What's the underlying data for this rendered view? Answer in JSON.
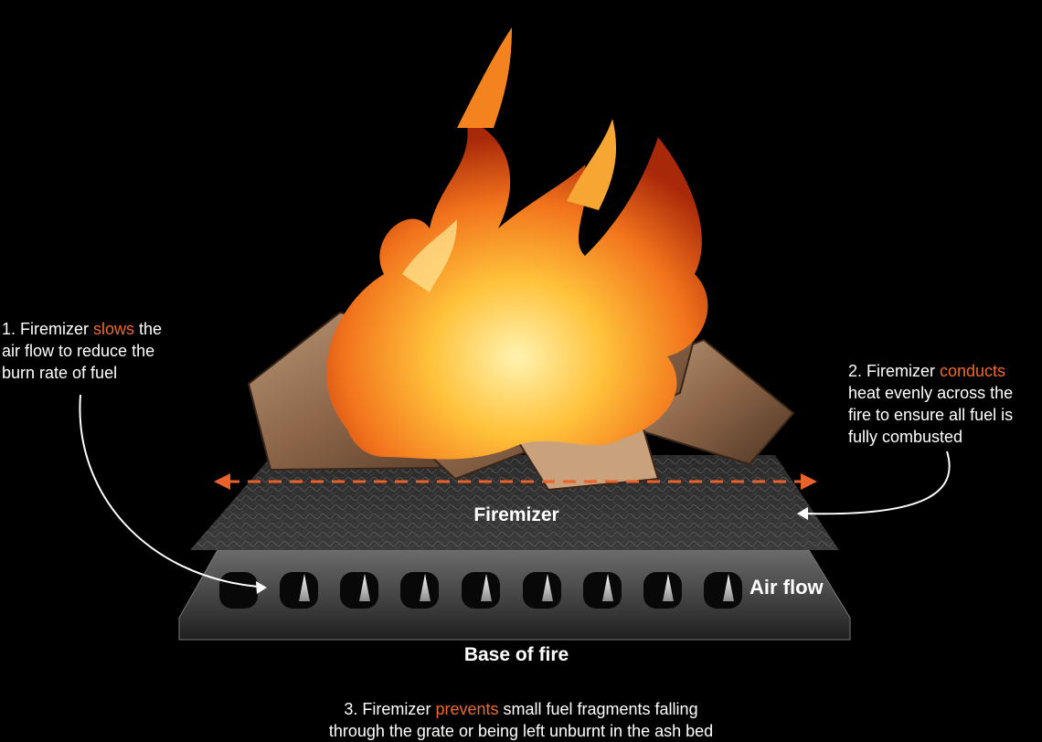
{
  "callouts": [
    {
      "prefix": "1. Firemizer ",
      "highlight": "slows",
      "suffix_l1": " the",
      "line2": "air flow to reduce the",
      "line3": "burn rate of fuel"
    },
    {
      "prefix": "2. Firemizer ",
      "highlight": "conducts",
      "line2": "heat evenly across the",
      "line3": "fire to ensure all fuel is",
      "line4": "fully combusted"
    },
    {
      "prefix": "3. Firemizer ",
      "highlight": "prevents",
      "suffix_l1": " small fuel fragments falling",
      "line2": "through the grate or being left unburnt in the ash bed"
    }
  ],
  "labels": {
    "firemizer": "Firemizer",
    "air_flow": "Air flow",
    "base_of_fire": "Base of fire"
  },
  "colors": {
    "background": "#000000",
    "highlight": "#ee6a2b",
    "arrow": "#e8622a",
    "text": "#ffffff"
  },
  "icons": {
    "flame": "flame-icon",
    "logs": "log-icon",
    "airflow": "airflow-arrow-icon"
  }
}
